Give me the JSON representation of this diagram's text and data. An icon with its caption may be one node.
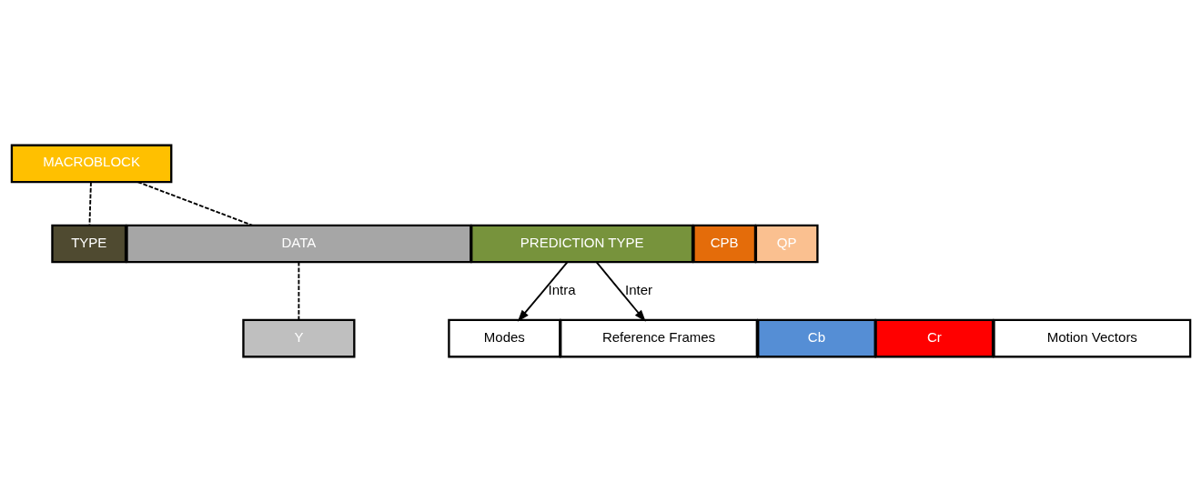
{
  "diagram": {
    "nodes": [
      {
        "text": [
          "MACROBLOCK"
        ]
      },
      {
        "text": [
          "TYPE"
        ]
      },
      {
        "text": [
          "PREDICTION TYPE"
        ]
      },
      {
        "text": [
          "CPB"
        ]
      },
      {
        "text": [
          "QP"
        ]
      },
      {
        "text": [
          "DATA"
        ]
      },
      {
        "text": [
          "Y"
        ]
      },
      {
        "text": [
          "Cb"
        ]
      },
      {
        "text": [
          "Cr"
        ]
      },
      {
        "text": [
          "Modes"
        ]
      },
      {
        "text": [
          "Reference Frames"
        ]
      },
      {
        "text": [
          "Motion Vectors"
        ]
      }
    ],
    "edges": [
      {
        "from": 0,
        "to": 1,
        "arrow": "none",
        "style": "dashed"
      },
      {
        "from": 0,
        "to": 5,
        "arrow": "none",
        "style": "dashed"
      },
      {
        "from": 5,
        "to": 6,
        "arrow": "none",
        "style": "dashed"
      },
      {
        "from": 2,
        "to": 9,
        "arrow": "to",
        "label": "Intra"
      },
      {
        "from": 2,
        "to": 10,
        "arrow": "to",
        "label": "Inter"
      }
    ]
  }
}
